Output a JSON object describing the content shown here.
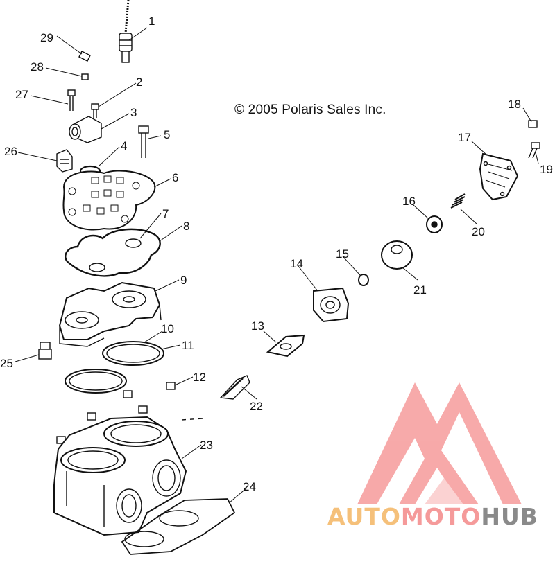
{
  "copyright": "© 2005 Polaris Sales Inc.",
  "callouts": [
    "1",
    "2",
    "3",
    "4",
    "5",
    "6",
    "7",
    "8",
    "9",
    "10",
    "11",
    "12",
    "13",
    "14",
    "15",
    "16",
    "17",
    "18",
    "19",
    "20",
    "21",
    "22",
    "23",
    "24",
    "25",
    "26",
    "27",
    "28",
    "29"
  ],
  "watermark": {
    "part1": "AUTO",
    "part2": "MOTO",
    "part3": "HUB",
    "colors": {
      "part1": "#f5c07a",
      "part2": "#f59a9a",
      "part3": "#8a8a8a",
      "logo": "#f7a5a5"
    },
    "logo_icon": "triangle-m-logo-icon"
  }
}
